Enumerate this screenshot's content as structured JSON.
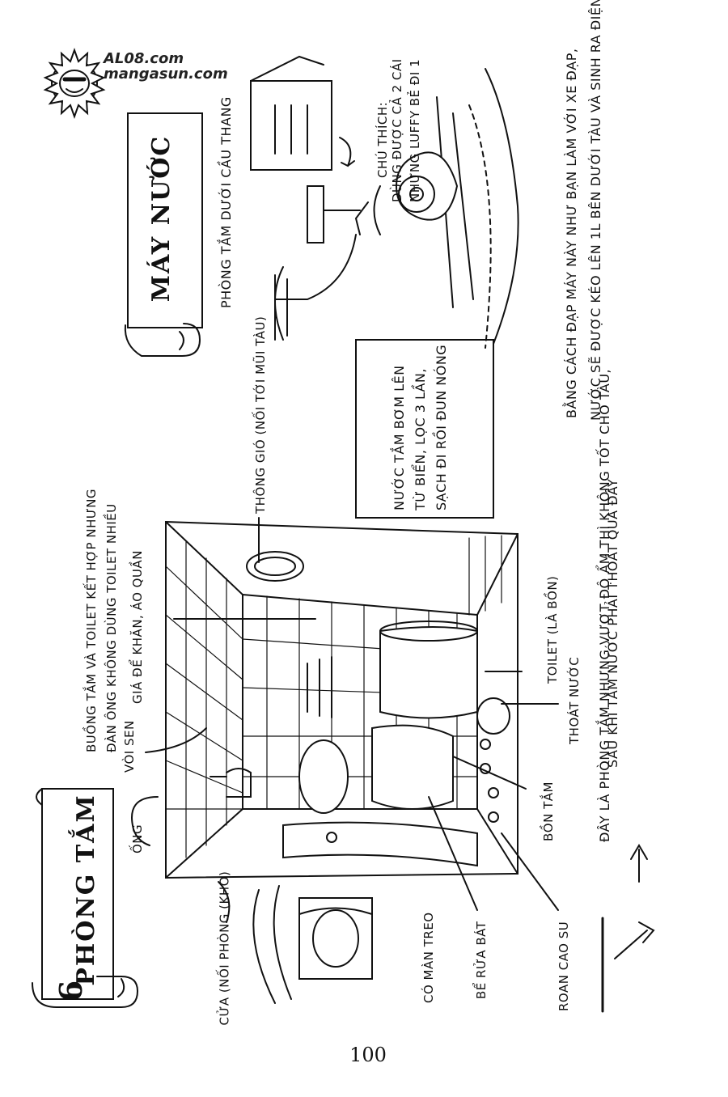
{
  "watermark": {
    "line1": "AL08.com",
    "line2": "mangasun.com"
  },
  "section_bathroom": {
    "number": "6",
    "title": "PHÒNG TẮM"
  },
  "section_pump": {
    "title": "MÁY NƯỚC",
    "subtitle": "PHÒNG TẮM DƯỚI CẦU THANG"
  },
  "pump_notes": {
    "note_label": "CHÚ THÍCH:",
    "note_line1": "DÙNG ĐƯỢC CẢ 2 CÁI",
    "note_line2": "NHƯNG LUFFY BẺ ĐI 1",
    "box_line1": "NƯỚC TẮM BƠM LÊN",
    "box_line2": "TỪ BIỂN, LỌC 3 LẦN,",
    "box_line3": "SẠCH ĐI RỒI ĐUN NÓNG",
    "bottom_line1": "BẰNG CÁCH ĐẠP MÁY NÀY NHƯ BẠN LÀM VỚI XE ĐẠP,",
    "bottom_line2": "NƯỚC SẼ ĐƯỢC KÉO LÊN 1L BÊN DƯỚI TÀU VÀ SINH RA ĐIỆN"
  },
  "bathroom_labels": {
    "combo_line1": "BUỒNG TẮM VÀ TOILET KẾT HỢP NHƯNG",
    "combo_line2": "ĐÀN ÔNG KHÔNG DÙNG TOILET NHIỀU",
    "towel_rack": "GIÁ ĐỂ KHĂN, ÁO QUẦN",
    "shower": "VÒI SEN",
    "pipe": "ỐNG",
    "vent": "THÔNG GIÓ (NỐI TỚI MŨI TÀU)",
    "toilet": "TOILET (LÀ BỒN)",
    "drain": "THOÁT NƯỚC",
    "bathtub": "BỒN TẮM",
    "door": "CỬA (NỐI PHÒNG (KHO)",
    "curtain": "CÓ MÀN TREO",
    "sink": "BỂ RỬA BÁT",
    "gasket": "ROAN CAO SU",
    "bottom_line1": "ĐÂY LÀ PHÒNG TẮM NHƯNG VƯỢT ĐỘ ẨM THÌ KHÔNG TỐT CHO TÀU,",
    "bottom_line2": "SAU KHI TẮM NƯỚC PHẢI THOÁT QUA ĐÂY"
  },
  "page_number": "100"
}
